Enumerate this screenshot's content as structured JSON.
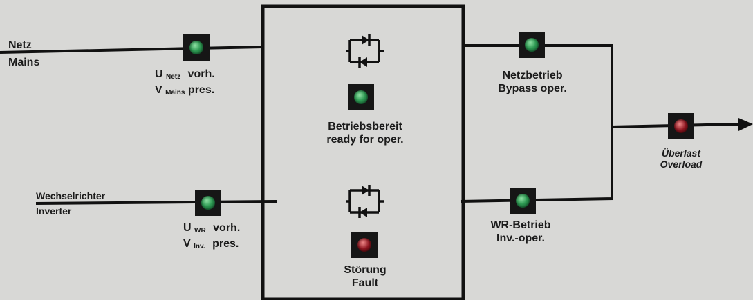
{
  "mains": {
    "line1": "Netz",
    "line2": "Mains"
  },
  "inverter": {
    "line1": "Wechselrichter",
    "line2": "Inverter"
  },
  "mains_present": {
    "de_prefix": "U",
    "de_sub": "Netz",
    "de_suffix": "vorh.",
    "en_prefix": "V",
    "en_sub": "Mains",
    "en_suffix": "pres.",
    "led_color": "#2e9a53"
  },
  "inverter_present": {
    "de_prefix": "U",
    "de_sub": "WR",
    "de_suffix": "vorh.",
    "en_prefix": "V",
    "en_sub": "Inv.",
    "en_suffix": "pres.",
    "led_color": "#2e9a53"
  },
  "ready": {
    "line1": "Betriebsbereit",
    "line2": "ready for oper.",
    "led_color": "#2e9a53"
  },
  "fault": {
    "line1": "Störung",
    "line2": "Fault",
    "led_color": "#8e1620"
  },
  "bypass": {
    "line1": "Netzbetrieb",
    "line2": "Bypass oper.",
    "led_color": "#2e9a53"
  },
  "inverter_oper": {
    "line1": "WR-Betrieb",
    "line2": "Inv.-oper.",
    "led_color": "#2e9a53"
  },
  "overload": {
    "line1": "Überlast",
    "line2": "Overload",
    "led_color": "#8e1620"
  },
  "icons": {
    "switch_symbol": "thyristor-switch-icon",
    "output_arrow": "arrow-right-icon"
  }
}
